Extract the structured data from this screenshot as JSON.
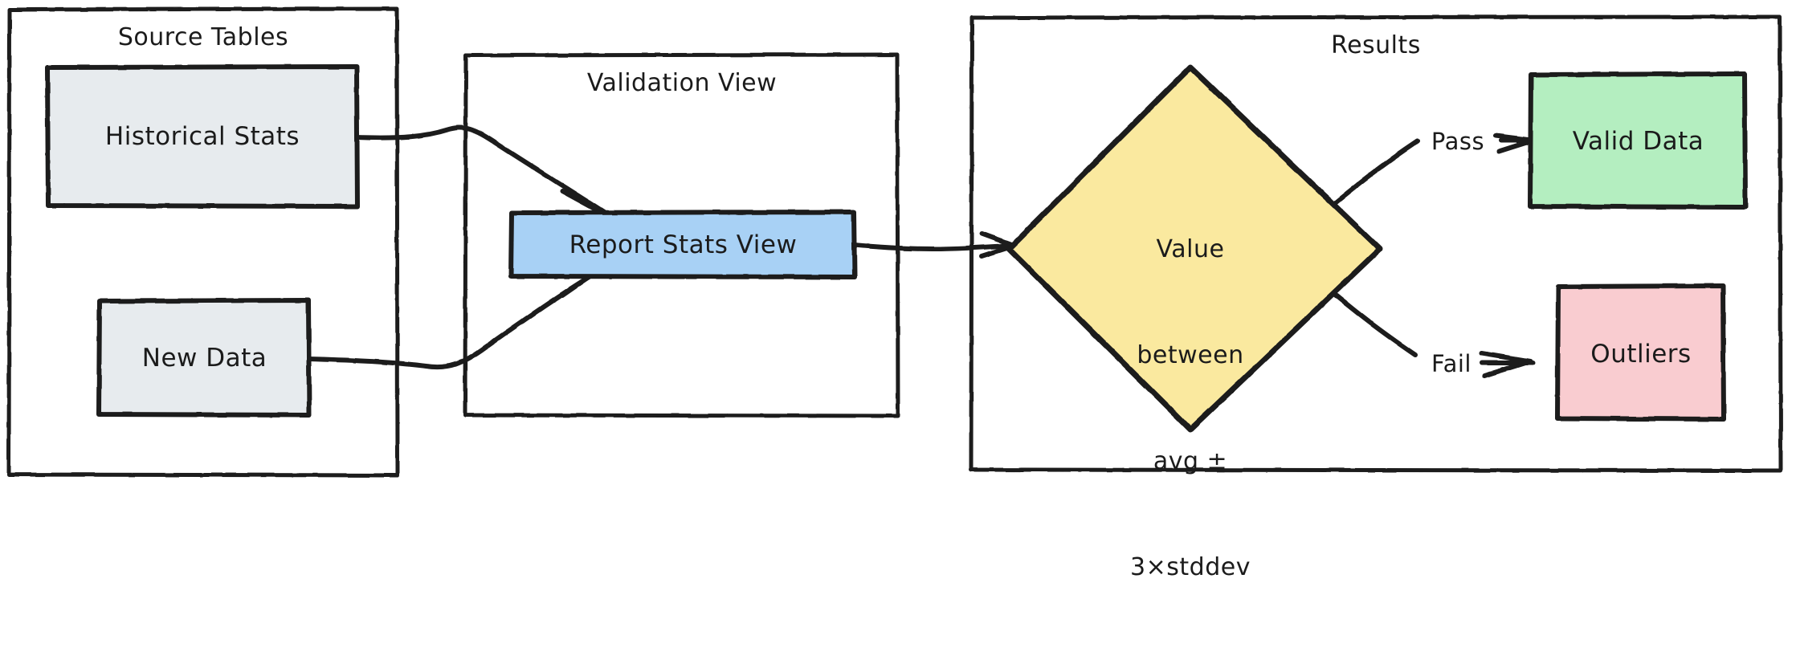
{
  "diagram": {
    "type": "flowchart",
    "title_visible": false,
    "background": "#ffffff",
    "stroke": "#1b1b1b",
    "containers": [
      {
        "id": "source-tables",
        "label": "Source Tables",
        "fill": "#ffffff",
        "border": "#1b1b1b"
      },
      {
        "id": "validation-view",
        "label": "Validation View",
        "fill": "#ffffff",
        "border": "#1b1b1b"
      },
      {
        "id": "results",
        "label": "Results",
        "fill": "#ffffff",
        "border": "#1b1b1b"
      }
    ],
    "nodes": [
      {
        "id": "historical-stats",
        "label": "Historical Stats",
        "shape": "rect",
        "fill": "#e7ebee",
        "border": "#1b1b1b",
        "container": "source-tables"
      },
      {
        "id": "new-data",
        "label": "New Data",
        "shape": "rect",
        "fill": "#e7ebee",
        "border": "#1b1b1b",
        "container": "source-tables"
      },
      {
        "id": "report-stats-view",
        "label": "Report Stats View",
        "shape": "rect",
        "fill": "#a8d1f5",
        "border": "#1b1b1b",
        "container": "validation-view"
      },
      {
        "id": "value-check",
        "label": "Value between avg ± 3×stddev",
        "label_lines": [
          "Value",
          "between",
          "avg ±",
          "3×stddev"
        ],
        "shape": "diamond",
        "fill": "#fae99f",
        "border": "#1b1b1b",
        "container": "results"
      },
      {
        "id": "valid-data",
        "label": "Valid Data",
        "shape": "rect",
        "fill": "#b4eec0",
        "border": "#1b1b1b",
        "container": "results"
      },
      {
        "id": "outliers",
        "label": "Outliers",
        "shape": "rect",
        "fill": "#f9ccd0",
        "border": "#1b1b1b",
        "container": "results"
      }
    ],
    "edges": [
      {
        "id": "edge-historical-to-report",
        "from": "historical-stats",
        "to": "report-stats-view",
        "label": ""
      },
      {
        "id": "edge-newdata-to-report",
        "from": "new-data",
        "to": "report-stats-view",
        "label": ""
      },
      {
        "id": "edge-report-to-check",
        "from": "report-stats-view",
        "to": "value-check",
        "label": ""
      },
      {
        "id": "edge-check-to-valid",
        "from": "value-check",
        "to": "valid-data",
        "label": "Pass"
      },
      {
        "id": "edge-check-to-outliers",
        "from": "value-check",
        "to": "outliers",
        "label": "Fail"
      }
    ]
  }
}
